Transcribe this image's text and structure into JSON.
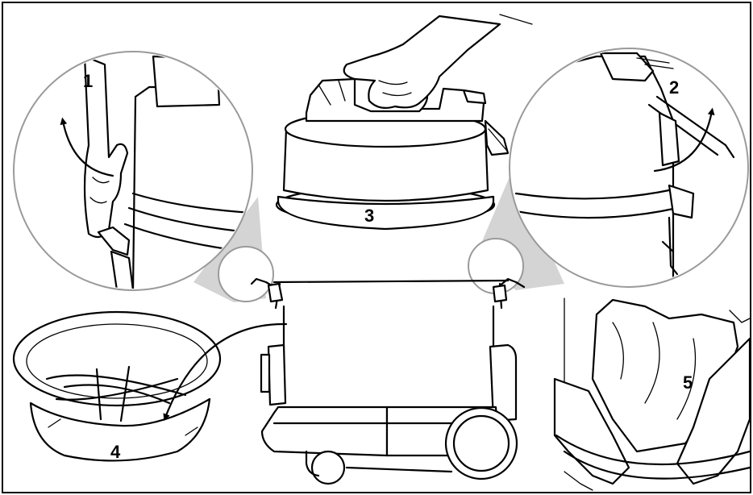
{
  "diagram": {
    "steps": [
      {
        "id": "1",
        "label": "1"
      },
      {
        "id": "2",
        "label": "2"
      },
      {
        "id": "3",
        "label": "3"
      },
      {
        "id": "4",
        "label": "4"
      },
      {
        "id": "5",
        "label": "5"
      }
    ],
    "colors": {
      "line": "#000000",
      "zoom_connector": "#d4d4d4",
      "zoom_border": "#9a9a9a",
      "background": "#ffffff"
    },
    "icons": {
      "arrow_1": "curved-arrow-up-icon",
      "arrow_2": "curved-arrow-up-icon",
      "arrow_4": "curved-arrow-down-icon"
    }
  }
}
